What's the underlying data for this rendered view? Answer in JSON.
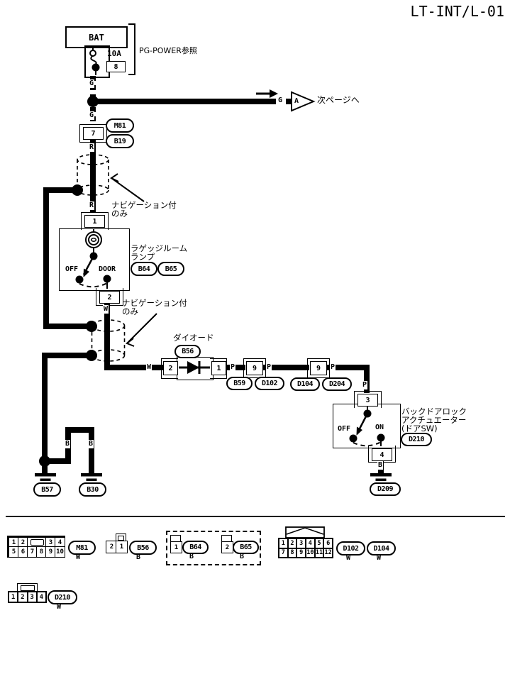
{
  "title": "LT-INT/L-01",
  "power": {
    "bat": "BAT",
    "fuse_amp": "10A",
    "fuse_no": "8",
    "ref_note": "PG-POWER参照"
  },
  "next_page": {
    "wire": "G",
    "marker": "A",
    "note": "次ページへ"
  },
  "conn7": {
    "pin": "7",
    "id_top": "M81",
    "id_bottom": "B19"
  },
  "wires": {
    "g1": "G",
    "g2": "G",
    "r1": "R",
    "r2": "R",
    "w_lamp": "W",
    "w_diode": "W",
    "p1": "P",
    "p2": "P",
    "p3": "P",
    "p4": "P",
    "b1": "B",
    "b2": "B",
    "b_act": "B"
  },
  "nav_note": {
    "line1": "ナビゲーション付",
    "line2": "のみ"
  },
  "lamp": {
    "pin_top": "1",
    "pin_bottom": "2",
    "off": "OFF",
    "door": "DOOR",
    "name1": "ラゲッジルーム",
    "name2": "ランプ",
    "id1": "B64",
    "id2": "B65",
    "comma": ","
  },
  "diode": {
    "name": "ダイオード",
    "id": "B56",
    "pin_left": "2",
    "pin_right": "1"
  },
  "joint1": {
    "pin": "9",
    "id_left": "B59",
    "id_right": "D102"
  },
  "joint2": {
    "pin": "9",
    "id_left": "D104",
    "id_right": "D204"
  },
  "actuator": {
    "pin_top": "3",
    "pin_bottom": "4",
    "off": "OFF",
    "on": "ON",
    "name1": "バックドアロック",
    "name2": "アクチュエーター",
    "name3": "(ドアSW)",
    "id": "D210",
    "gnd_id": "D209"
  },
  "grounds": {
    "id1": "B57",
    "id2": "B30"
  },
  "footer": {
    "m81": {
      "id": "M81",
      "wire": "W",
      "r1": [
        "1",
        "2",
        "3",
        "4"
      ],
      "r2": [
        "5",
        "6",
        "7",
        "8",
        "9",
        "10"
      ]
    },
    "b56": {
      "id": "B56",
      "wire": "B",
      "cells": [
        "2",
        "1"
      ]
    },
    "b64": {
      "id": "B64",
      "wire": "B",
      "pin": "1"
    },
    "b65": {
      "id": "B65",
      "wire": "B",
      "pin": "2"
    },
    "d10x": {
      "id1": "D102",
      "id2": "D104",
      "wire1": "W",
      "wire2": "W",
      "comma": ",",
      "r1": [
        "1",
        "2",
        "3",
        "4",
        "5",
        "6"
      ],
      "r2": [
        "7",
        "8",
        "9",
        "10",
        "11",
        "12"
      ]
    },
    "d210": {
      "id": "D210",
      "wire": "W",
      "cells": [
        "1",
        "2",
        "3",
        "4"
      ]
    }
  }
}
